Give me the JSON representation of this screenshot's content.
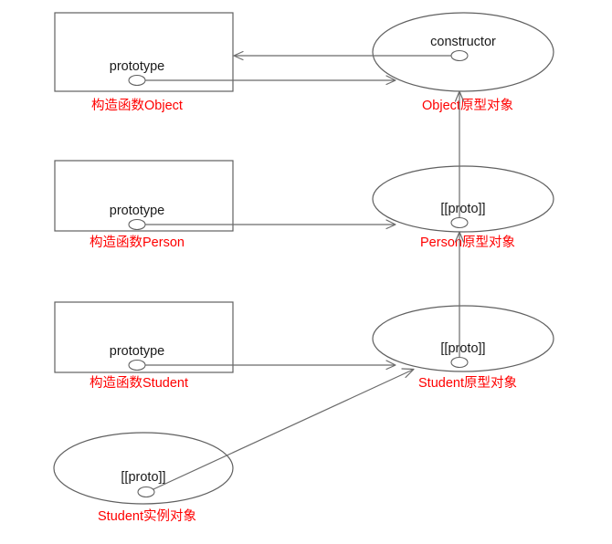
{
  "diagram": {
    "title": "JavaScript prototype chain diagram",
    "colors": {
      "shape_stroke": "#606060",
      "connector": "#6b6b6b",
      "node_text": "#1a1a1a",
      "caption_text": "#ff0000",
      "background": "#ffffff"
    },
    "nodes": [
      {
        "id": "object-constructor-box",
        "shape": "rectangle",
        "property_label": "prototype",
        "caption": "构造函数Object"
      },
      {
        "id": "object-prototype-ellipse",
        "shape": "ellipse",
        "property_label": "constructor",
        "caption": "Object原型对象"
      },
      {
        "id": "person-constructor-box",
        "shape": "rectangle",
        "property_label": "prototype",
        "caption": "构造函数Person"
      },
      {
        "id": "person-prototype-ellipse",
        "shape": "ellipse",
        "property_label": "[[proto]]",
        "caption": "Person原型对象"
      },
      {
        "id": "student-constructor-box",
        "shape": "rectangle",
        "property_label": "prototype",
        "caption": "构造函数Student"
      },
      {
        "id": "student-prototype-ellipse",
        "shape": "ellipse",
        "property_label": "[[proto]]",
        "caption": "Student原型对象"
      },
      {
        "id": "student-instance-ellipse",
        "shape": "ellipse",
        "property_label": "[[proto]]",
        "caption": "Student实例对象"
      }
    ],
    "edges": [
      {
        "id": "edge-objectproto-to-objectbox",
        "from": "object-prototype-ellipse",
        "to": "object-constructor-box",
        "kind": "constructor-backref"
      },
      {
        "id": "edge-objectbox-to-objectproto",
        "from": "object-constructor-box",
        "to": "object-prototype-ellipse",
        "kind": "prototype-ref"
      },
      {
        "id": "edge-personbox-to-personproto",
        "from": "person-constructor-box",
        "to": "person-prototype-ellipse",
        "kind": "prototype-ref"
      },
      {
        "id": "edge-personproto-to-objectproto",
        "from": "person-prototype-ellipse",
        "to": "object-prototype-ellipse",
        "kind": "proto-chain"
      },
      {
        "id": "edge-studentbox-to-studentproto",
        "from": "student-constructor-box",
        "to": "student-prototype-ellipse",
        "kind": "prototype-ref"
      },
      {
        "id": "edge-studentproto-to-personproto",
        "from": "student-prototype-ellipse",
        "to": "person-prototype-ellipse",
        "kind": "proto-chain"
      },
      {
        "id": "edge-instance-to-studentproto",
        "from": "student-instance-ellipse",
        "to": "student-prototype-ellipse",
        "kind": "proto-chain"
      }
    ]
  }
}
